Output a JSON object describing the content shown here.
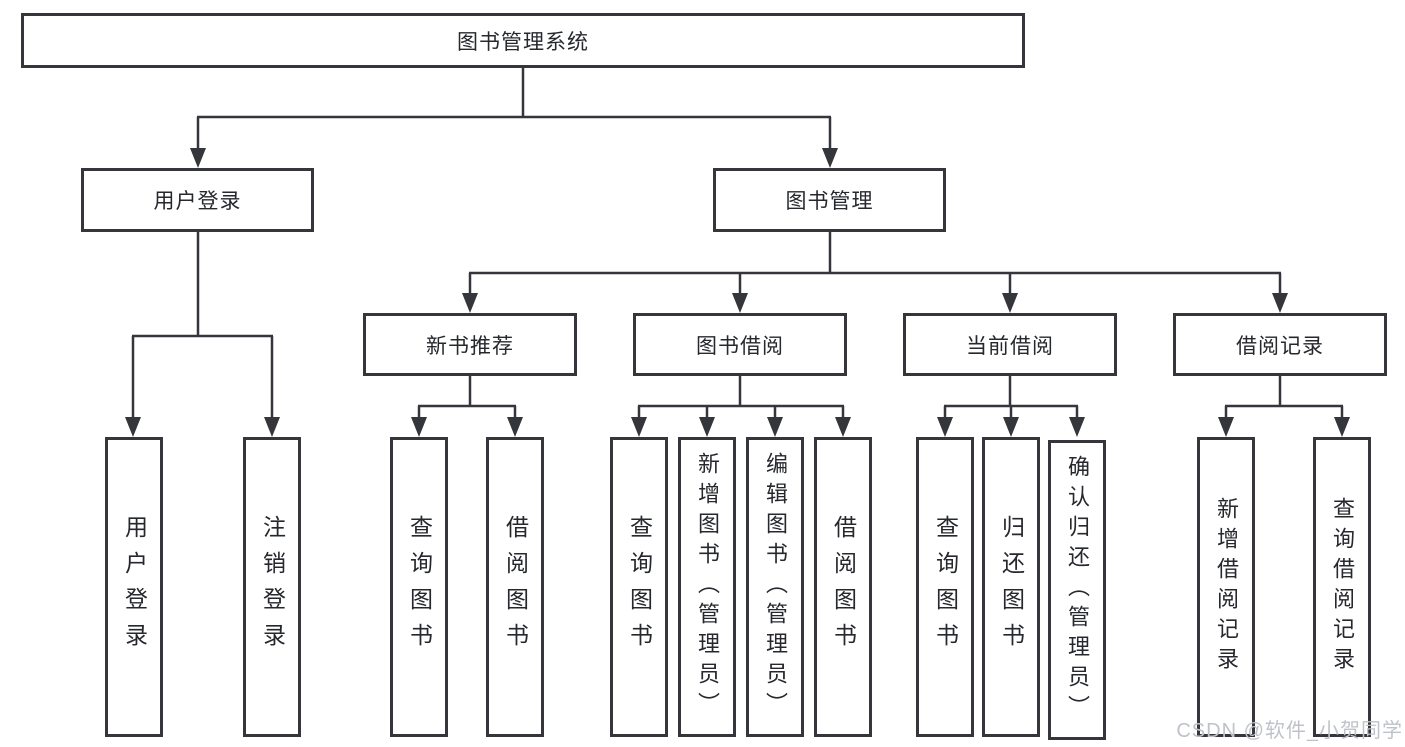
{
  "diagram_title": "图书管理系统",
  "tree": {
    "label": "图书管理系统",
    "children": [
      {
        "label": "用户登录",
        "children": [
          {
            "label": "用户登录"
          },
          {
            "label": "注销登录"
          }
        ]
      },
      {
        "label": "图书管理",
        "children": [
          {
            "label": "新书推荐",
            "children": [
              {
                "label": "查询图书"
              },
              {
                "label": "借阅图书"
              }
            ]
          },
          {
            "label": "图书借阅",
            "children": [
              {
                "label": "查询图书"
              },
              {
                "label": "新增图书（管理员）"
              },
              {
                "label": "编辑图书（管理员）"
              },
              {
                "label": "借阅图书"
              }
            ]
          },
          {
            "label": "当前借阅",
            "children": [
              {
                "label": "查询图书"
              },
              {
                "label": "归还图书"
              },
              {
                "label": "确认归还（管理员）"
              }
            ]
          },
          {
            "label": "借阅记录",
            "children": [
              {
                "label": "新增借阅记录"
              },
              {
                "label": "查询借阅记录"
              }
            ]
          }
        ]
      }
    ]
  },
  "colors": {
    "line": "#34363b",
    "text": "#26282d",
    "background": "#ffffff",
    "watermark": "#bfc2c9"
  },
  "watermark": {
    "text": "CSDN @软件_小贺同学"
  }
}
